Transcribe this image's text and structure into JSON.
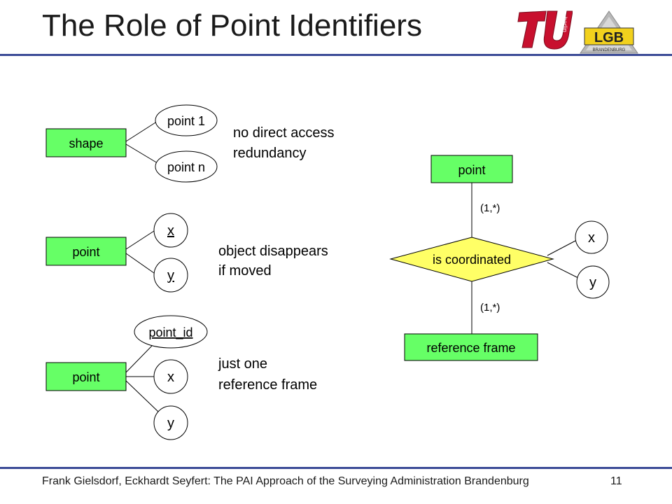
{
  "slide": {
    "title": "The Role of Point Identifiers",
    "footer": "Frank Gielsdorf, Eckhardt Seyfert: The PAI Approach of the Surveying Administration Brandenburg",
    "page_number": "11",
    "colors": {
      "rule": "#3b4a96",
      "entity_fill": "#66ff66",
      "relationship_fill": "#ffff66",
      "tu_red": "#c8102e"
    }
  },
  "logos": {
    "tu_text": "berlin",
    "lgb_text": "LGB",
    "lgb_sub": "BRANDENBURG"
  },
  "diagram1": {
    "entity": "shape",
    "attr1": "point 1",
    "attr2": "point n",
    "note_line1": "no direct access",
    "note_line2": "redundancy"
  },
  "diagram2": {
    "entity": "point",
    "attr1": "x",
    "attr2": "y",
    "note_line1": "object disappears",
    "note_line2": "if moved"
  },
  "diagram3": {
    "entity": "point",
    "attr1": "point_id",
    "attr2": "x",
    "attr3": "y",
    "note_line1": "just one",
    "note_line2": "reference frame"
  },
  "diagram4": {
    "entity_top": "point",
    "relationship": "is coordinated",
    "entity_bottom": "reference frame",
    "card_top": "(1,*)",
    "card_bottom": "(1,*)",
    "attr1": "x",
    "attr2": "y"
  }
}
